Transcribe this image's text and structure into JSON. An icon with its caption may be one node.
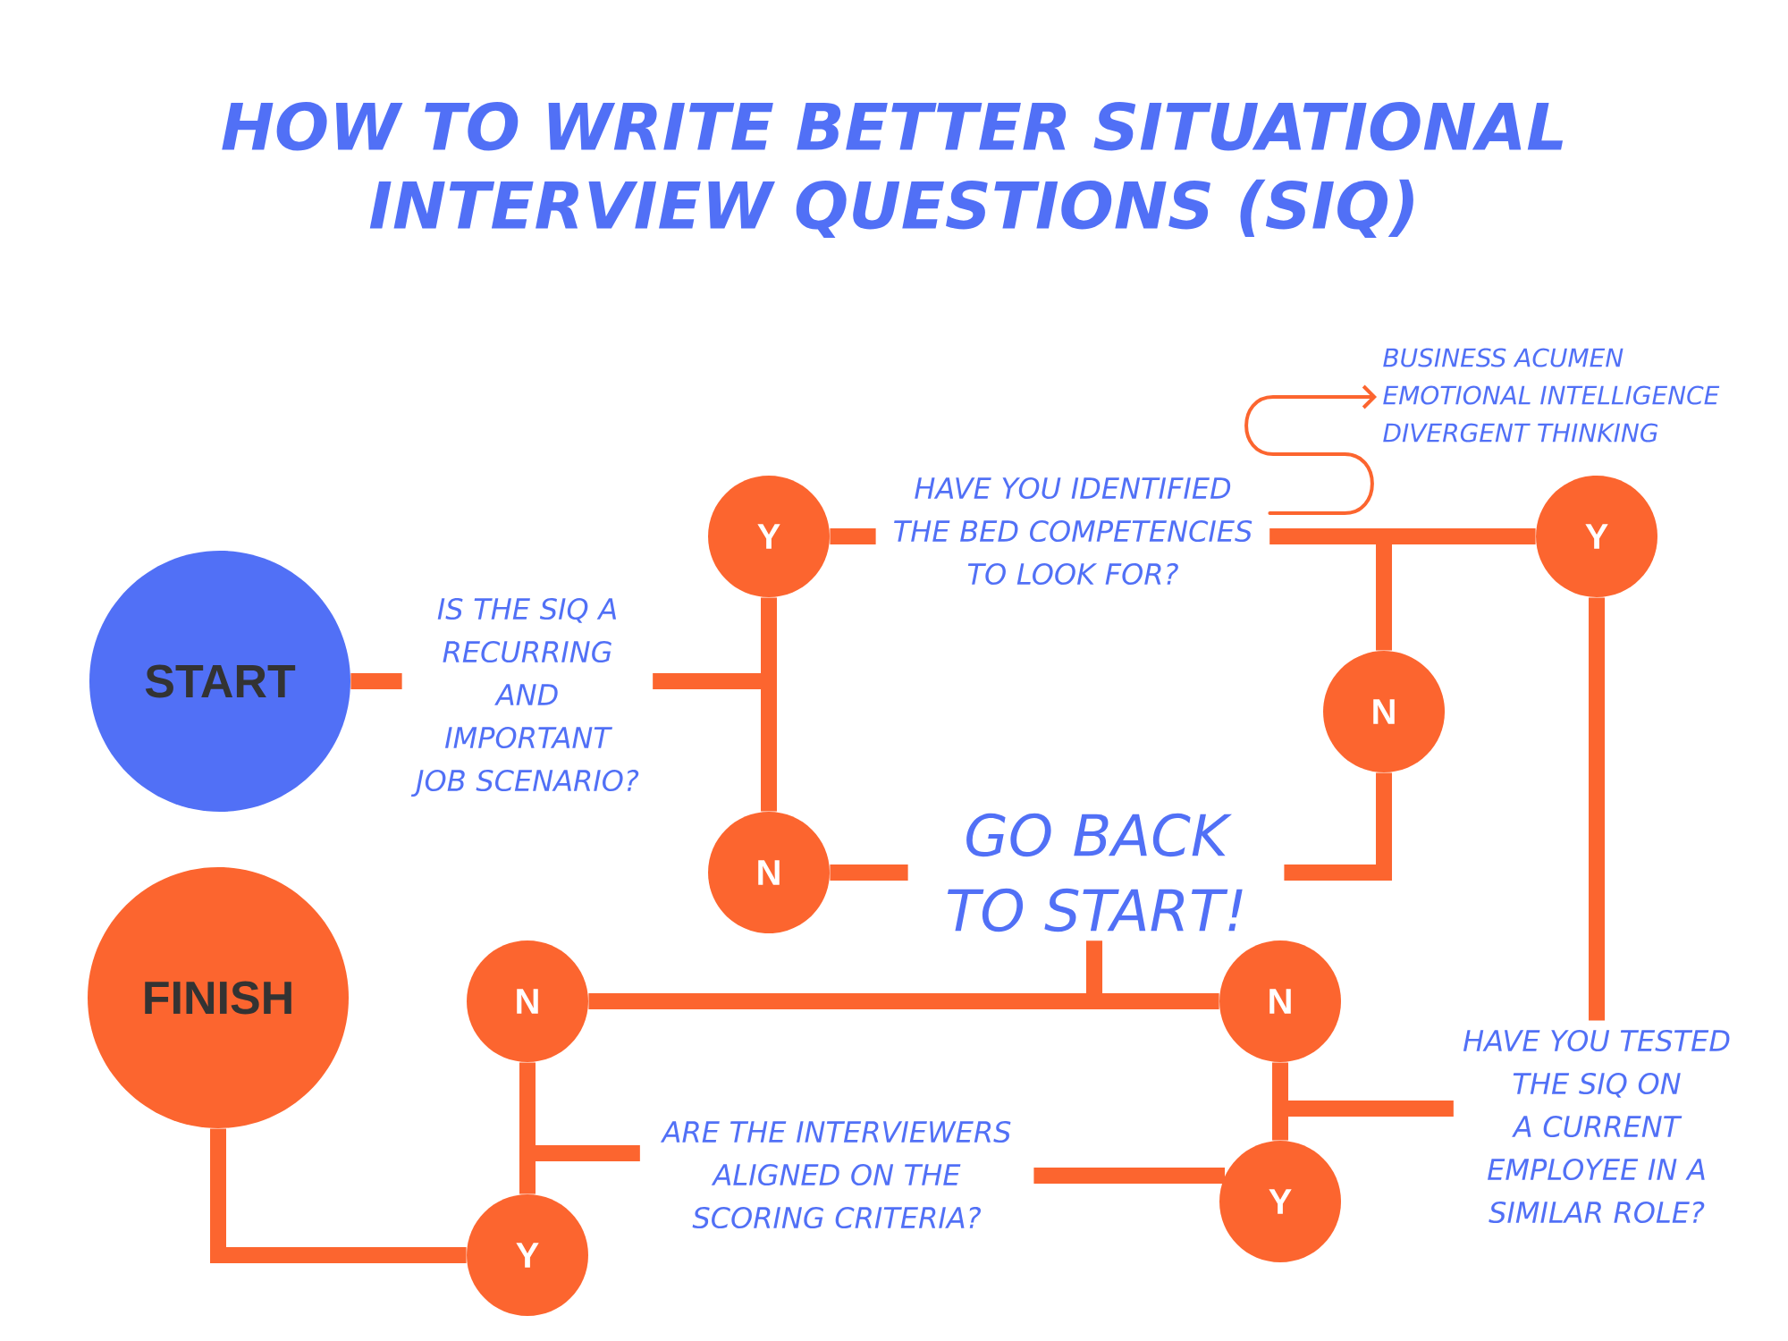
{
  "diagram": {
    "title": "HOW TO WRITE BETTER SITUATIONAL INTERVIEW QUESTIONS (SIQ)",
    "nodes": [
      {
        "text": [
          "START"
        ]
      },
      {
        "text": [
          "IS THE SIQ A RECURRING AND IMPORTANT JOB SCENARIO?"
        ]
      },
      {
        "text": [
          "Y"
        ]
      },
      {
        "text": [
          "N"
        ]
      },
      {
        "text": [
          "HAVE YOU IDENTIFIED THE BED COMPETENCIES TO LOOK FOR?"
        ]
      },
      {
        "text": [
          "BUSINESS ACUMEN",
          "EMOTIONAL INTELLIGENCE",
          "DIVERGENT THINKING"
        ]
      },
      {
        "text": [
          "Y"
        ]
      },
      {
        "text": [
          "N"
        ]
      },
      {
        "text": [
          "GO BACK TO START!"
        ]
      },
      {
        "text": [
          "FINISH"
        ]
      },
      {
        "text": [
          "N"
        ]
      },
      {
        "text": [
          "N"
        ]
      },
      {
        "text": [
          "HAVE YOU TESTED THE SIQ ON A CURRENT EMPLOYEE IN A SIMILAR ROLE?"
        ]
      },
      {
        "text": [
          "Y"
        ]
      },
      {
        "text": [
          "ARE THE INTERVIEWERS ALIGNED ON THE SCORING CRITERIA?"
        ]
      },
      {
        "text": [
          "Y"
        ]
      }
    ],
    "edges": [
      {
        "from": 0,
        "to": 1,
        "arrow": "none"
      },
      {
        "from": 1,
        "to": 2,
        "arrow": "none"
      },
      {
        "from": 1,
        "to": 3,
        "arrow": "none"
      },
      {
        "from": 2,
        "to": 4,
        "arrow": "none"
      },
      {
        "from": 4,
        "to": 5,
        "arrow": "to"
      },
      {
        "from": 4,
        "to": 6,
        "arrow": "none"
      },
      {
        "from": 4,
        "to": 7,
        "arrow": "none"
      },
      {
        "from": 3,
        "to": 8,
        "arrow": "none"
      },
      {
        "from": 7,
        "to": 8,
        "arrow": "none"
      },
      {
        "from": 6,
        "to": 12,
        "arrow": "none"
      },
      {
        "from": 12,
        "to": 11,
        "arrow": "none"
      },
      {
        "from": 12,
        "to": 13,
        "arrow": "none"
      },
      {
        "from": 11,
        "to": 8,
        "arrow": "none"
      },
      {
        "from": 10,
        "to": 8,
        "arrow": "none"
      },
      {
        "from": 13,
        "to": 14,
        "arrow": "none"
      },
      {
        "from": 14,
        "to": 10,
        "arrow": "none"
      },
      {
        "from": 14,
        "to": 15,
        "arrow": "none"
      },
      {
        "from": 15,
        "to": 9,
        "arrow": "none"
      }
    ]
  }
}
